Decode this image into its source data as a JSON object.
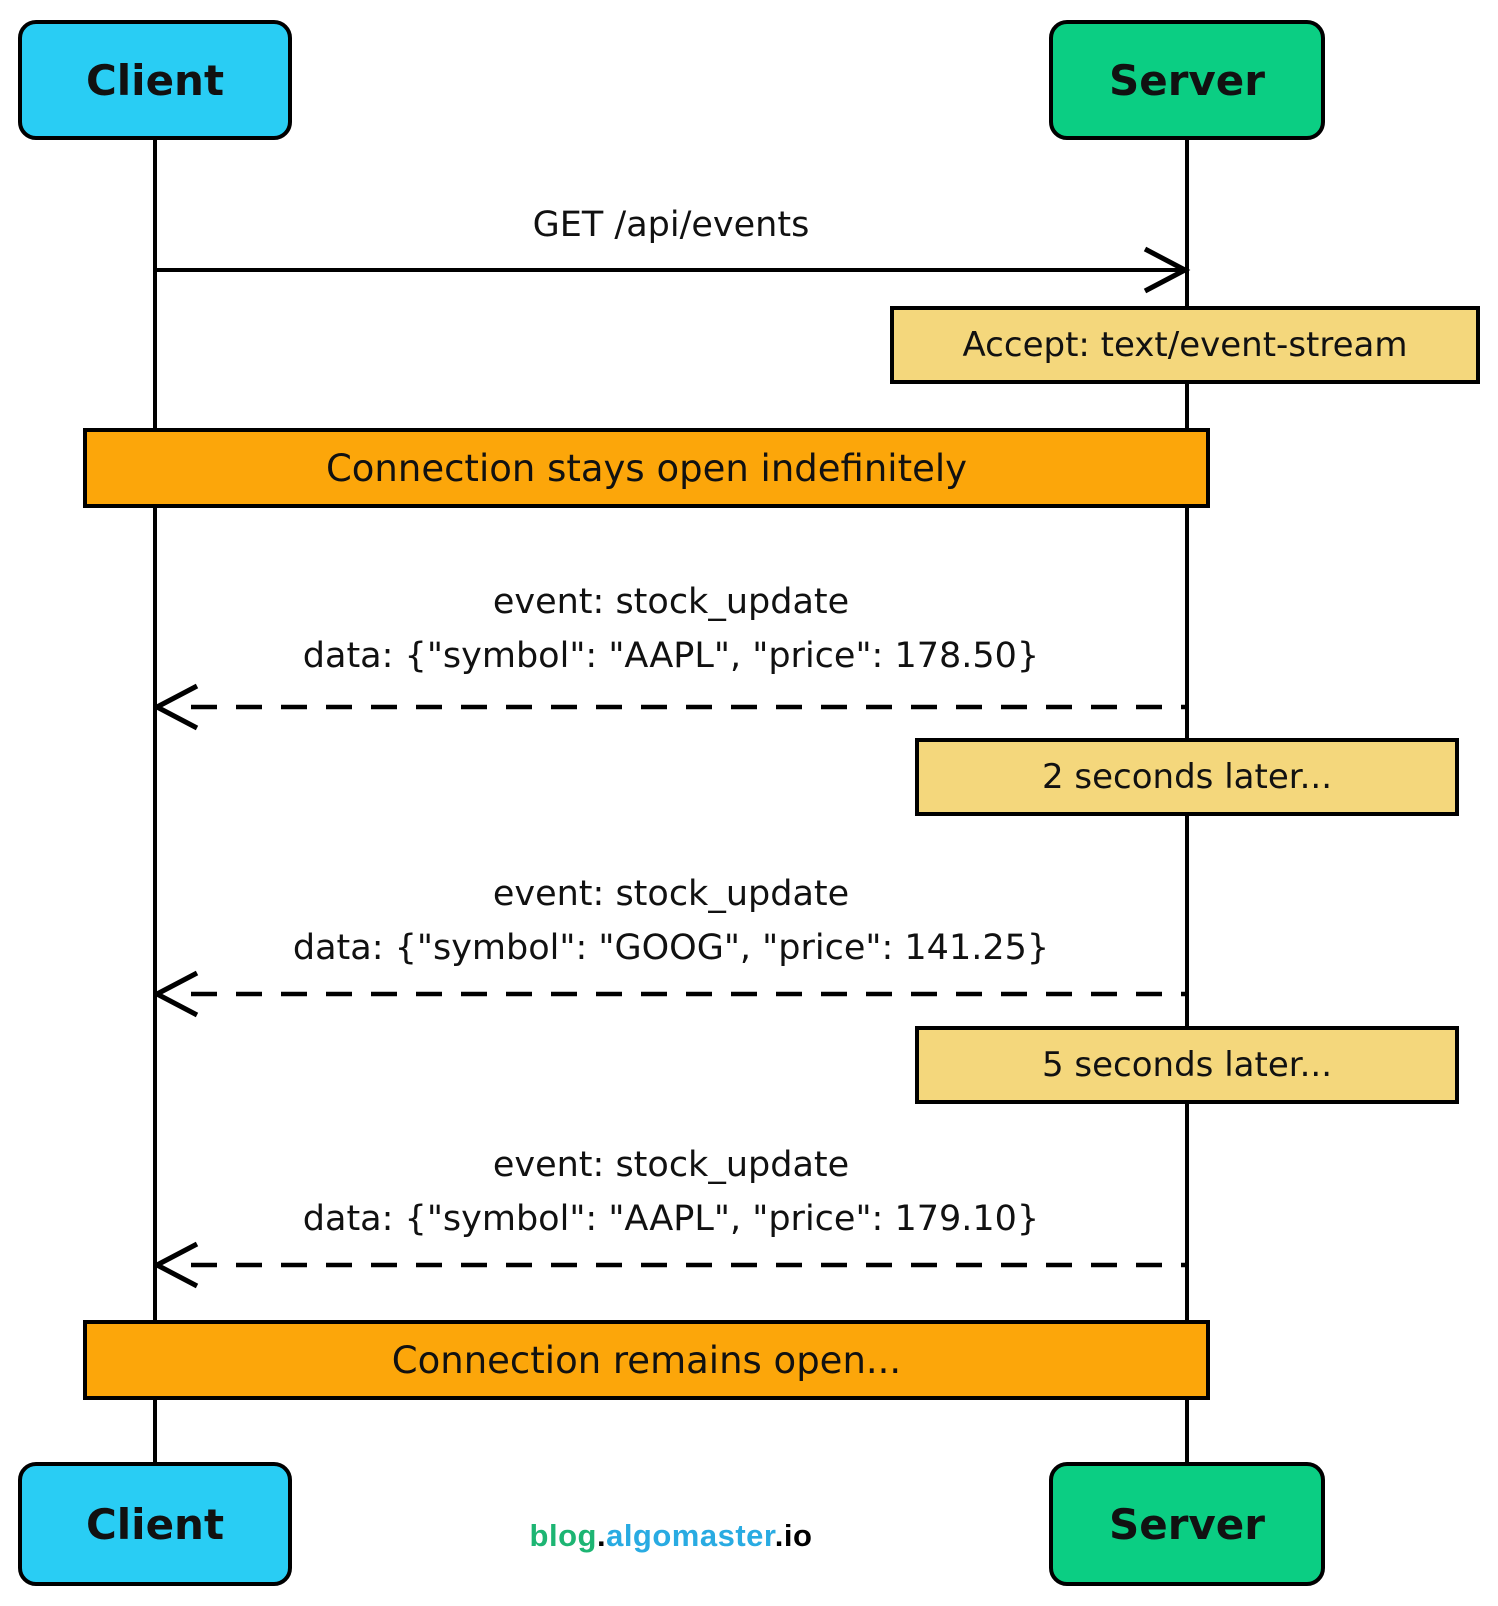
{
  "diagram": {
    "actors": {
      "client": "Client",
      "server": "Server"
    },
    "request": {
      "label": "GET /api/events"
    },
    "notes": {
      "accept": "Accept: text/event-stream",
      "delay1": "2 seconds later...",
      "delay2": "5 seconds later..."
    },
    "banners": {
      "open": "Connection stays open indefinitely",
      "remains": "Connection remains open..."
    },
    "events": [
      {
        "line1": "event: stock_update",
        "line2": "data: {\"symbol\": \"AAPL\", \"price\": 178.50}"
      },
      {
        "line1": "event: stock_update",
        "line2": "data: {\"symbol\": \"GOOG\", \"price\": 141.25}"
      },
      {
        "line1": "event: stock_update",
        "line2": "data: {\"symbol\": \"AAPL\", \"price\": 179.10}"
      }
    ],
    "footer": {
      "blog": "blog",
      "sep1": ".",
      "site": "algomaster",
      "sep2": ".",
      "tld": "io"
    },
    "colors": {
      "client": "#29CDF4",
      "server": "#0BCE83",
      "note": "#F4D77C",
      "banner": "#FCA60A",
      "footer_green": "#1DB573",
      "footer_blue": "#29ABE2"
    }
  }
}
